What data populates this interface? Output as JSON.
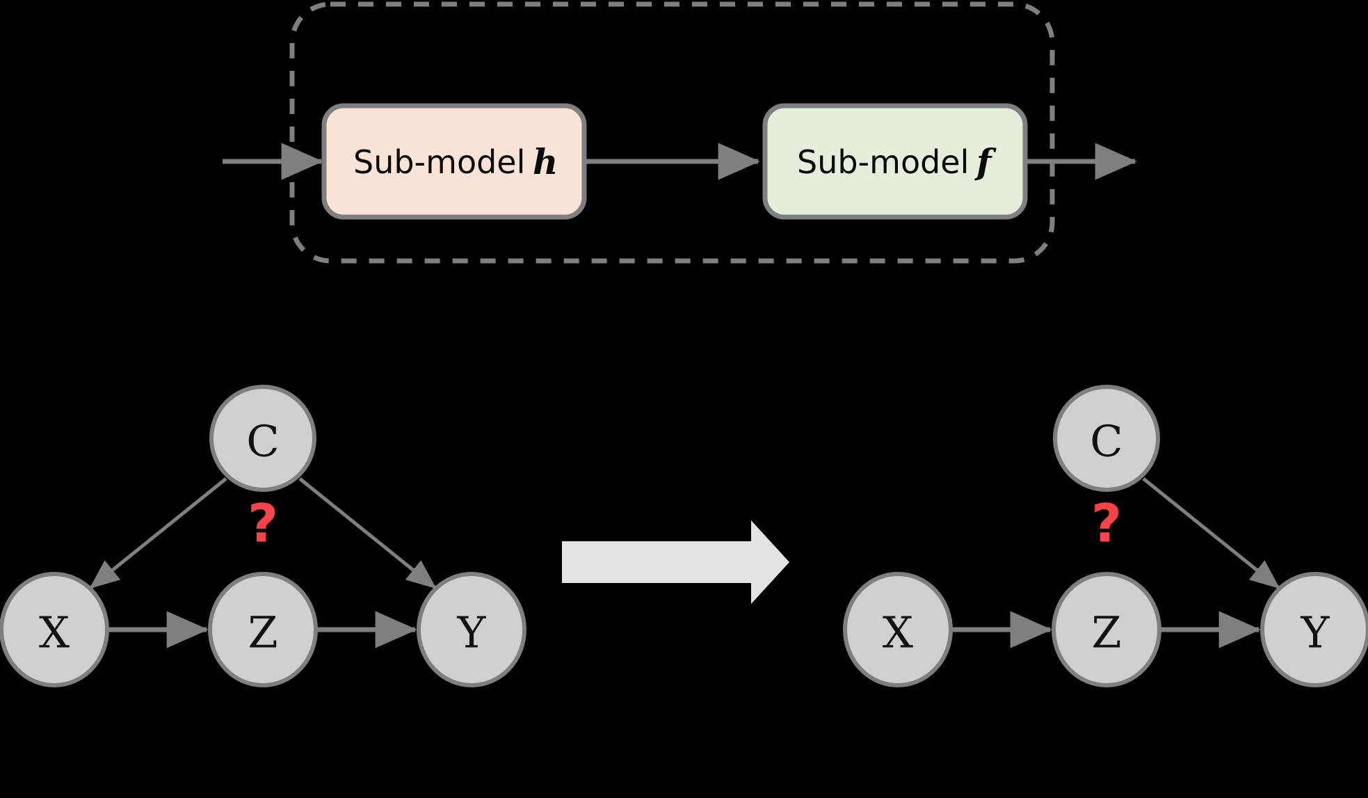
{
  "figure": {
    "background_color": "#000000",
    "pipeline": {
      "container_name": "model-pipeline-dashed-group",
      "dashed_border_color": "#7F7F7F",
      "blocks": [
        {
          "id": "sub-model-h",
          "text": "Sub-model",
          "symbol": "h",
          "fill": "#F9E3D6",
          "stroke": "#7F7F7F"
        },
        {
          "id": "sub-model-f",
          "text": "Sub-model",
          "symbol": "f",
          "fill": "#E4EEDA",
          "stroke": "#7F7F7F"
        }
      ],
      "arrows": [
        {
          "id": "pipeline-input-arrow",
          "from": "input",
          "to": "sub-model-h"
        },
        {
          "id": "pipeline-middle-arrow",
          "from": "sub-model-h",
          "to": "sub-model-f"
        },
        {
          "id": "pipeline-output-arrow",
          "from": "sub-model-f",
          "to": "output"
        }
      ]
    },
    "transform_arrow": {
      "id": "transform-arrow",
      "direction": "right",
      "fill": "#E3E3E3"
    },
    "graphs": [
      {
        "id": "causal-graph-before",
        "node_fill": "#D0D0D0",
        "node_stroke": "#7F7F7F",
        "edge_color": "#7F7F7F",
        "nodes": [
          {
            "id": "C",
            "label": "C"
          },
          {
            "id": "X",
            "label": "X"
          },
          {
            "id": "Z",
            "label": "Z"
          },
          {
            "id": "Y",
            "label": "Y"
          }
        ],
        "edges": [
          {
            "from": "C",
            "to": "X"
          },
          {
            "from": "C",
            "to": "Y"
          },
          {
            "from": "X",
            "to": "Z"
          },
          {
            "from": "Z",
            "to": "Y"
          }
        ],
        "annotation": {
          "text": "?",
          "color": "#FA4449"
        }
      },
      {
        "id": "causal-graph-after",
        "node_fill": "#D0D0D0",
        "node_stroke": "#7F7F7F",
        "edge_color": "#7F7F7F",
        "nodes": [
          {
            "id": "C",
            "label": "C"
          },
          {
            "id": "X",
            "label": "X"
          },
          {
            "id": "Z",
            "label": "Z"
          },
          {
            "id": "Y",
            "label": "Y"
          }
        ],
        "edges": [
          {
            "from": "C",
            "to": "Y"
          },
          {
            "from": "X",
            "to": "Z"
          },
          {
            "from": "Z",
            "to": "Y"
          }
        ],
        "annotation": {
          "text": "?",
          "color": "#FA4449"
        }
      }
    ]
  }
}
